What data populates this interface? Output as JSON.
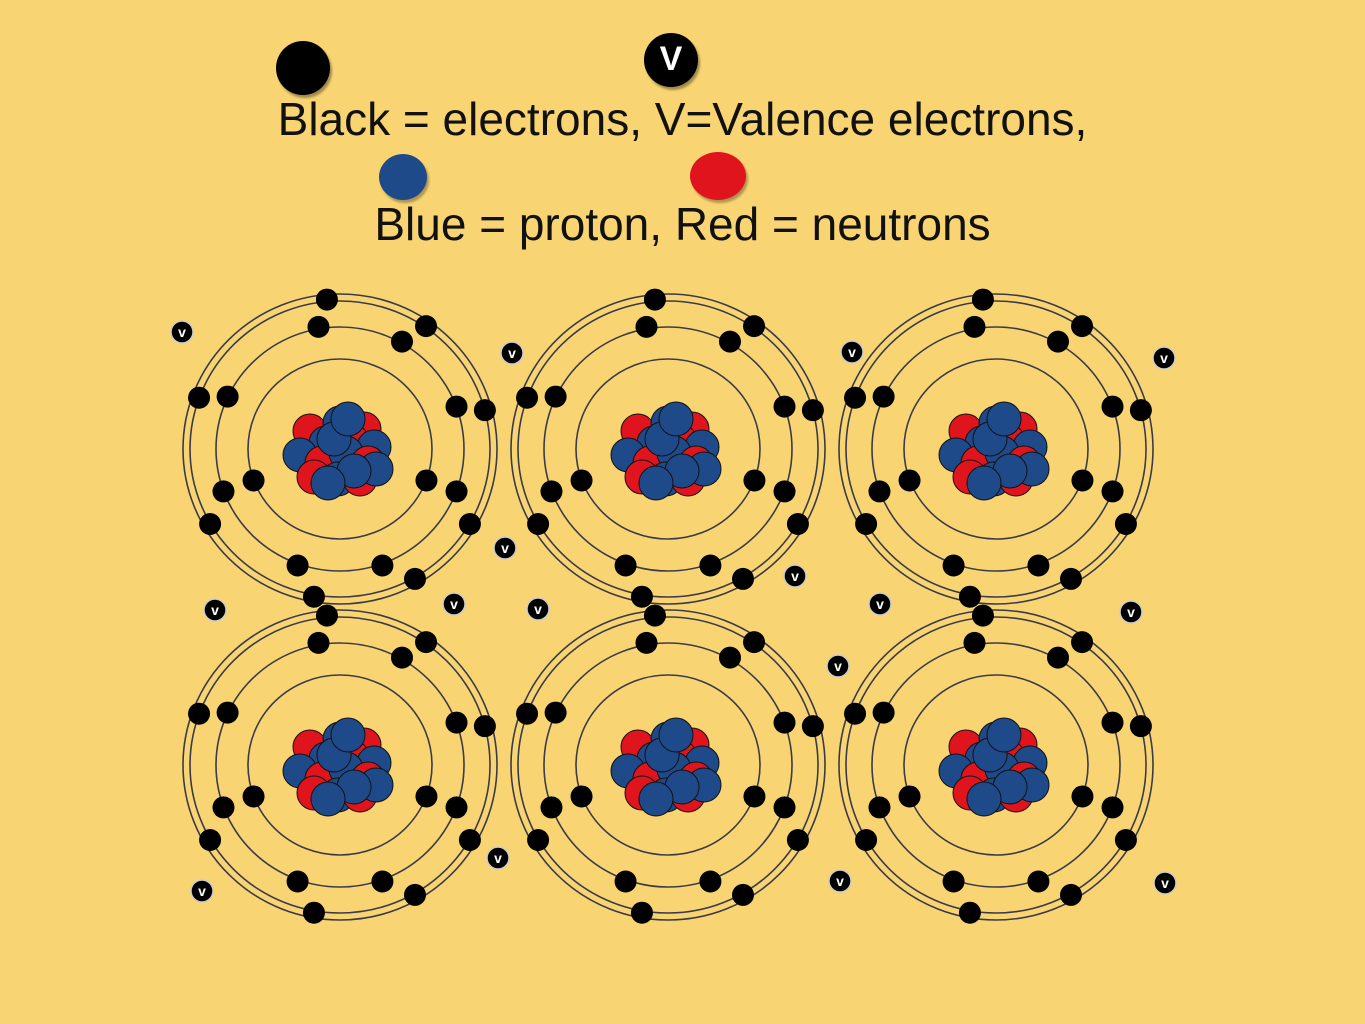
{
  "legend": {
    "line1": "Black = electrons, V=Valence electrons,",
    "line2": "Blue = proton, Red = neutrons",
    "valence_symbol": "V"
  },
  "colors": {
    "background": "#f8d572",
    "electron": "#000000",
    "proton": "#1f4a8a",
    "neutron": "#e0141c",
    "orbit": "#3a3a4a"
  },
  "atoms": [
    {
      "row": 1,
      "col": 1
    },
    {
      "row": 1,
      "col": 2
    },
    {
      "row": 1,
      "col": 3
    },
    {
      "row": 2,
      "col": 1
    },
    {
      "row": 2,
      "col": 2
    },
    {
      "row": 2,
      "col": 3
    }
  ],
  "shell_electron_counts": [
    2,
    8,
    8
  ],
  "valence_label": "v"
}
